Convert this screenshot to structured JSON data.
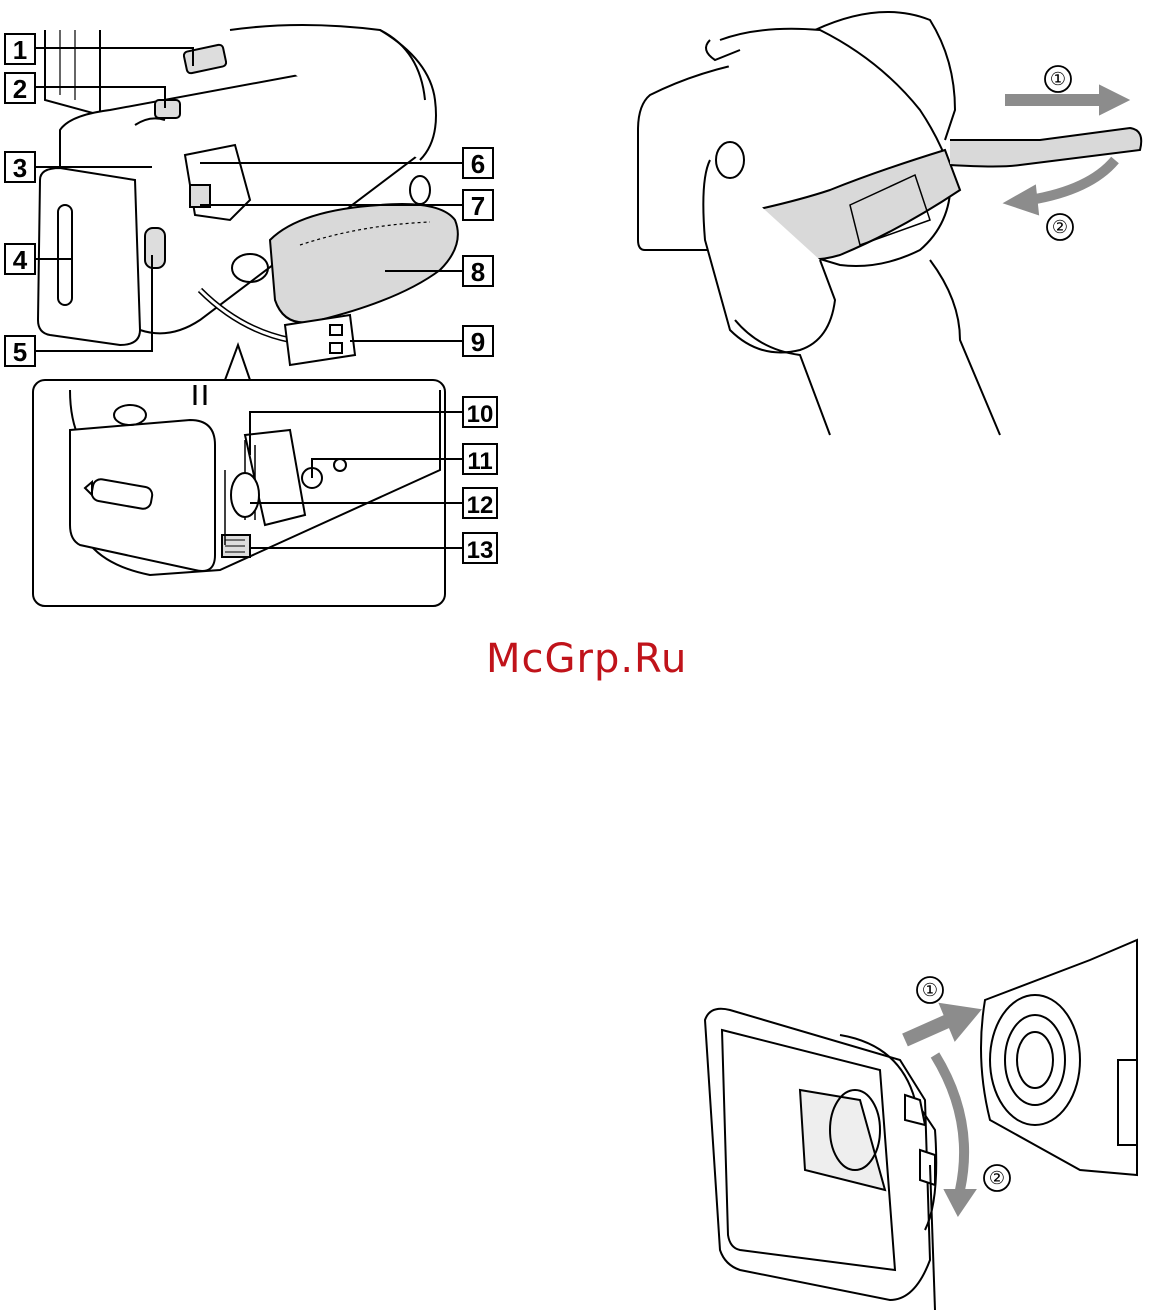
{
  "callouts": {
    "c1": "1",
    "c2": "2",
    "c3": "3",
    "c4": "4",
    "c5": "5",
    "c6": "6",
    "c7": "7",
    "c8": "8",
    "c9": "9",
    "c10": "10",
    "c11": "11",
    "c12": "12",
    "c13": "13"
  },
  "strap_steps": {
    "step1": "①",
    "step2": "②"
  },
  "hood_steps": {
    "step1": "①",
    "step2": "②"
  },
  "watermark": "McGrp.Ru",
  "colors": {
    "line": "#000000",
    "arrow": "#8c8c8c",
    "body": "#ffffff",
    "grip": "#d9d9d9",
    "watermark": "#c0131a"
  }
}
